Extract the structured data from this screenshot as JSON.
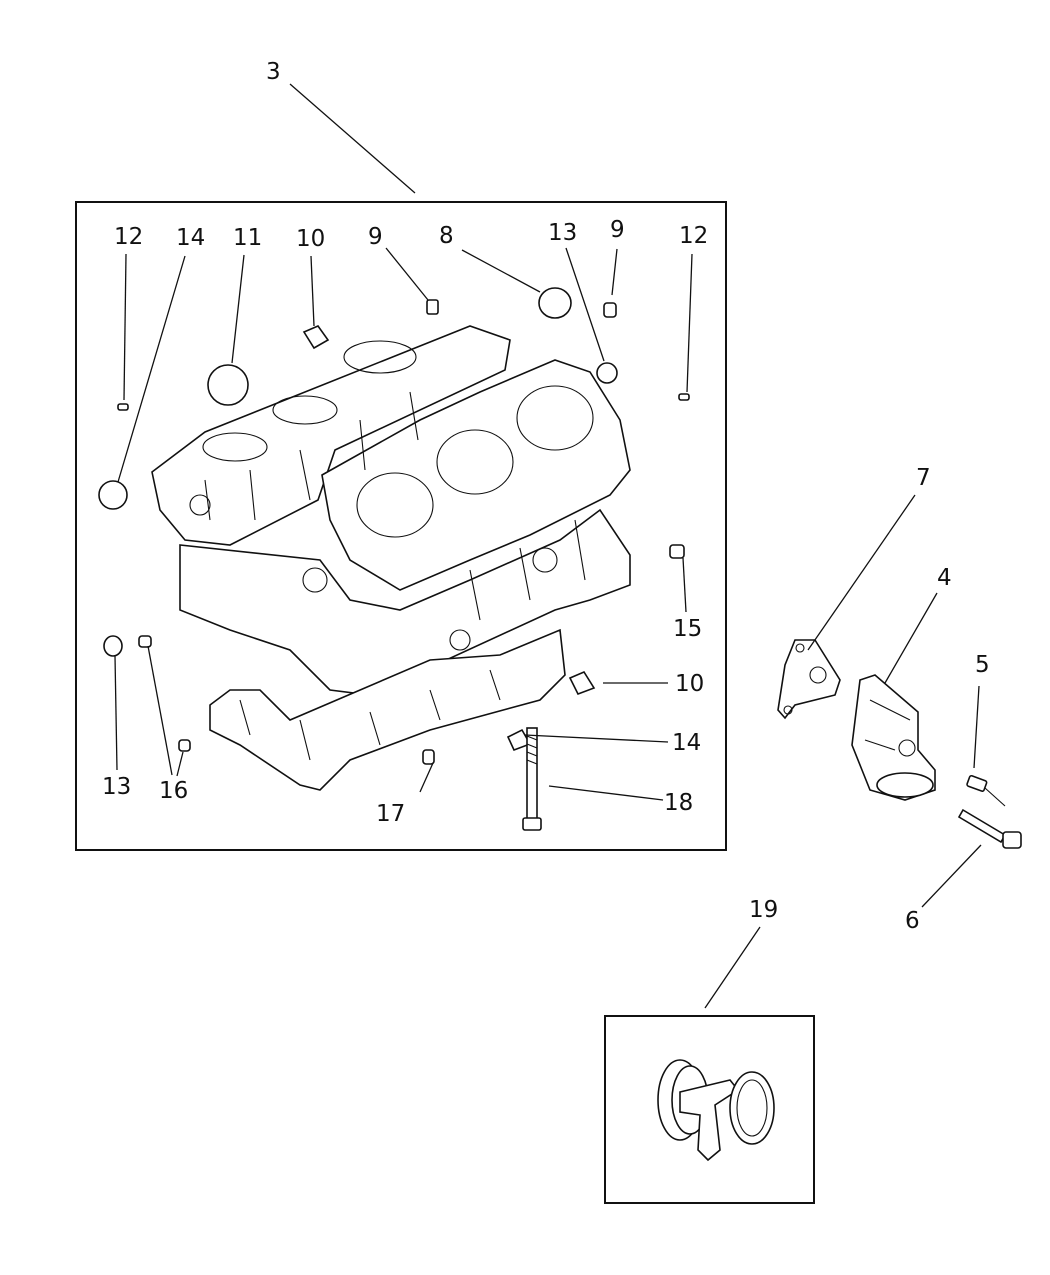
{
  "callouts": {
    "c3": "3",
    "c12a": "12",
    "c14a": "14",
    "c11": "11",
    "c10a": "10",
    "c9a": "9",
    "c8": "8",
    "c13a": "13",
    "c9b": "9",
    "c12b": "12",
    "c15": "15",
    "c10b": "10",
    "c14b": "14",
    "c18": "18",
    "c17": "17",
    "c13b": "13",
    "c16": "16",
    "c7": "7",
    "c4": "4",
    "c5": "5",
    "c6": "6",
    "c19": "19"
  }
}
